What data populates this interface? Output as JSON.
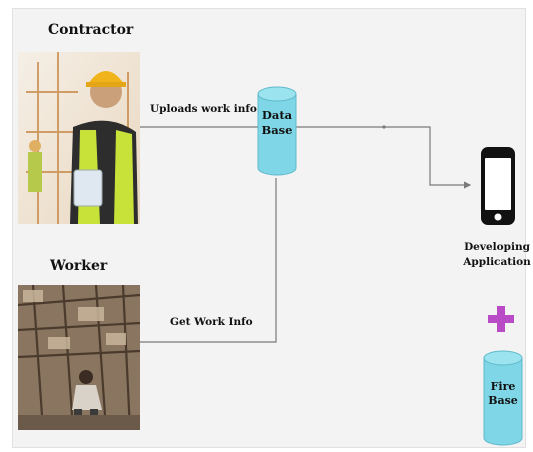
{
  "actors": {
    "contractor": {
      "title": "Contractor",
      "photo_icon": "contractor-photo"
    },
    "worker": {
      "title": "Worker",
      "photo_icon": "worker-photo"
    }
  },
  "edges": {
    "contractor_to_db": "Uploads work info",
    "worker_to_db": "Get Work Info"
  },
  "database": {
    "line1": "Data",
    "line2": "Base",
    "icon": "database-cylinder-icon"
  },
  "app": {
    "line1": "Developing",
    "line2": "Application",
    "icon": "smartphone-icon"
  },
  "plus_icon": "plus-icon",
  "firebase": {
    "line1": "Fire",
    "line2": "Base",
    "icon": "database-cylinder-icon"
  },
  "colors": {
    "cylinder": "#7fd6e6",
    "plus": "#b94bc7",
    "line": "#7a7a7a"
  }
}
